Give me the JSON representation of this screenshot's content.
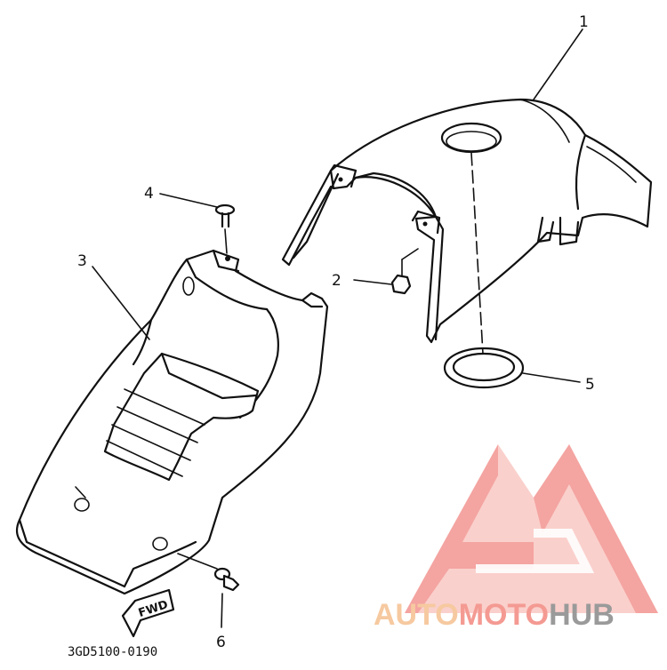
{
  "diagram": {
    "callouts": [
      {
        "id": "1",
        "label": "1"
      },
      {
        "id": "2",
        "label": "2"
      },
      {
        "id": "3",
        "label": "3"
      },
      {
        "id": "4",
        "label": "4"
      },
      {
        "id": "5",
        "label": "5"
      },
      {
        "id": "6",
        "label": "6"
      }
    ],
    "part_code": "3GD5100-0190",
    "direction_tag": "FWD"
  },
  "watermark": {
    "brand_part1": "AUTO",
    "brand_part2": "MOTO",
    "brand_part3": "HUB",
    "colors": {
      "auto": "#f6c9a0",
      "moto": "#f49a92",
      "hub": "#9a9a9a",
      "logo": "#f28c8c"
    }
  }
}
